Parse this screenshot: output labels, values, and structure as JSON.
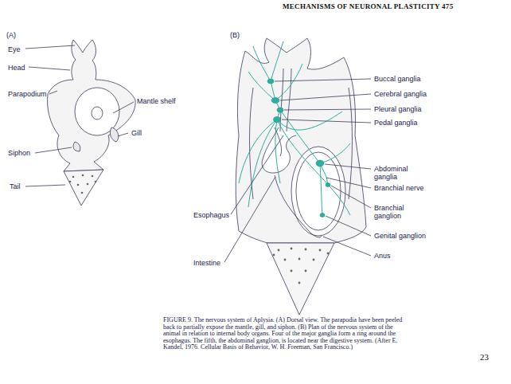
{
  "diagram": {
    "caption": "FIGURE 9. The nervous system of Aplysia. (A) Dorsal view. The parapodia have been peeled back to partially expose the mantle, gill, and siphon. (B) Plan of the nervous system of the animal in relation to internal body organs. Four of the major ganglia form a ring around the esophagus. The fifth, the abdominal ganglion, is located near the digestive system. (After E. Kandel, 1976. Cellular Basis of Behavior, W. H. Freeman, San Francisco.)",
    "labels": [
      "MECHANISMS OF NEURONAL PLASTICITY 475",
      "(A)",
      "(B)",
      "Eye",
      "Head",
      "Parapodium",
      "Mantle shelf",
      "Gill",
      "Siphon",
      "Tail",
      "Buccal ganglia",
      "Cerebral ganglia",
      "Pleural ganglia",
      "Pedal ganglia",
      "Abdominal ganglia",
      "Branchial nerve",
      "Branchial ganglion",
      "Genital ganglion",
      "Anus",
      "Esophagus",
      "Intestine",
      "23"
    ]
  }
}
